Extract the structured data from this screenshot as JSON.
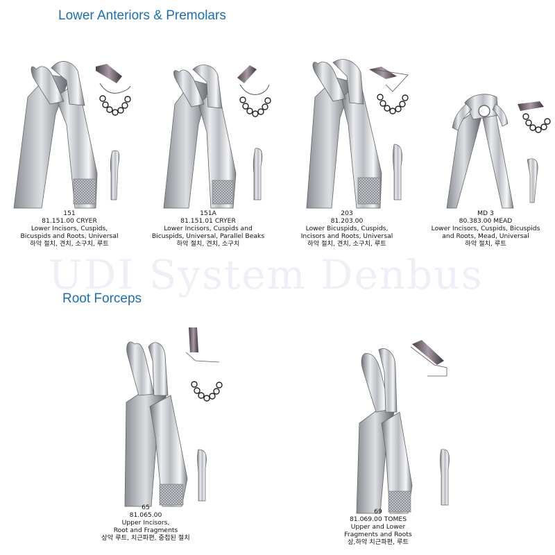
{
  "sections": [
    {
      "title": "Lower Anteriors & Premolars"
    },
    {
      "title": "Root Forceps"
    }
  ],
  "watermark": "UDI System Denbus",
  "products": [
    {
      "number": "151",
      "code": "81.151.00  CRYER",
      "desc1": "Lower Incisors, Cuspids,",
      "desc2": "Bicuspids and Roots, Universal",
      "desc3": "",
      "korean": "하악 절치, 견치, 소구치, 루트"
    },
    {
      "number": "151A",
      "code": "81.151.01  CRYER",
      "desc1": "Lower Incisors, Cuspids and",
      "desc2": "Bicuspids, Universal, Parallel Beaks",
      "desc3": "",
      "korean": "하악 절치, 견치, 소구치"
    },
    {
      "number": "203",
      "code": "81.203.00",
      "desc1": "Lower Bicuspids, Cuspids,",
      "desc2": "Incisors and Roots, Universal",
      "desc3": "",
      "korean": "하악 절치, 견치, 소구치, 루트"
    },
    {
      "number": "MD 3",
      "code": "80.383.00  MEAD",
      "desc1": "Lower Incisors, Cuspids, Bicuspids",
      "desc2": "and Roots, Mead, Universal",
      "desc3": "",
      "korean": "하악 절치, 루트"
    },
    {
      "number": "65",
      "code": "81.065.00",
      "desc1": "Upper Incisors,",
      "desc2": "Root and Fragments",
      "desc3": "",
      "korean": "상악 루트, 치근파편, 중첩된 절치"
    },
    {
      "number": "69",
      "code": "81.069.00  TOMES",
      "desc1": "Upper and Lower",
      "desc2": "Fragments and Roots",
      "desc3": "",
      "korean": "상,하악 치근파편, 루트"
    }
  ]
}
